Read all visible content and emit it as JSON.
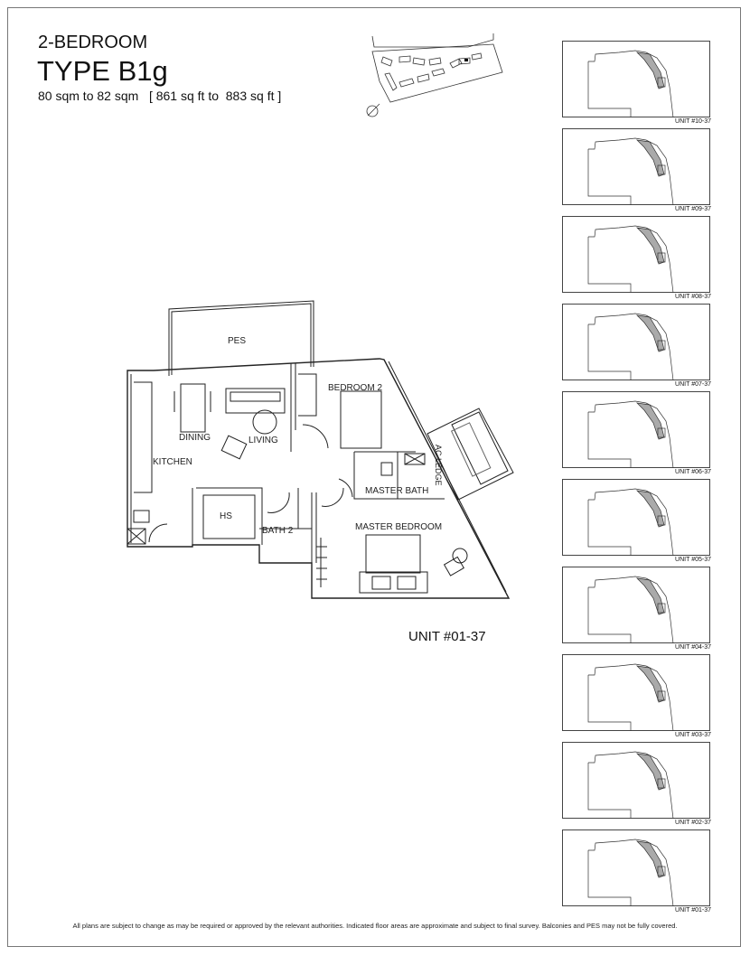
{
  "header": {
    "bedrooms": "2-BEDROOM",
    "type": "TYPE B1g",
    "area": "80 sqm to 82 sqm   [ 861 sq ft to  883 sq ft ]"
  },
  "plan": {
    "unit_label": "UNIT #01-37",
    "rooms": {
      "pes": "PES",
      "bedroom2": "BEDROOM 2",
      "dining": "DINING",
      "living": "LIVING",
      "kitchen": "KITCHEN",
      "hs": "HS",
      "bath2": "BATH 2",
      "master_bath": "MASTER BATH",
      "master_bedroom": "MASTER BEDROOM",
      "ac_ledge": "AC LEDGE"
    }
  },
  "key_plan": {
    "north_icon": "north-arrow-icon"
  },
  "stack_units": [
    "UNIT #10-37",
    "UNIT #09-37",
    "UNIT #08-37",
    "UNIT #07-37",
    "UNIT #06-37",
    "UNIT #05-37",
    "UNIT #04-37",
    "UNIT #03-37",
    "UNIT #02-37",
    "UNIT #01-37"
  ],
  "disclaimer": "All plans are subject to change as may be required or approved by the relevant authorities. Indicated floor areas are approximate and subject to final survey. Balconies and PES may not be fully covered."
}
